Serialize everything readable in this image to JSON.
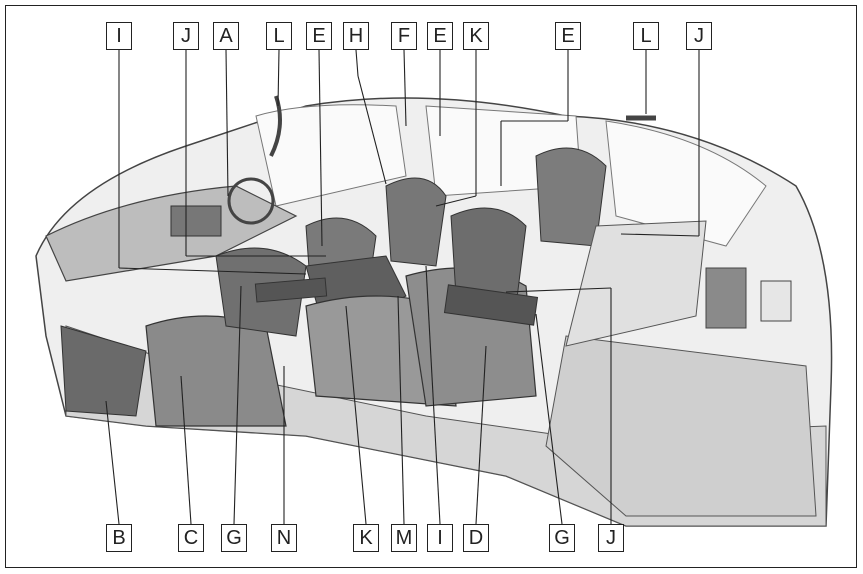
{
  "callouts_top": [
    "I",
    "J",
    "A",
    "L",
    "E",
    "H",
    "F",
    "E",
    "K",
    "E",
    "L",
    "J"
  ],
  "callouts_bottom": [
    "B",
    "C",
    "G",
    "N",
    "K",
    "M",
    "I",
    "D",
    "G",
    "J"
  ],
  "colors": {
    "stroke": "#222222",
    "shade_dark": "#5f5f5f",
    "shade_mid": "#8c8c8c",
    "shade_light": "#c6c6c6",
    "shade_pale": "#e4e4e4"
  }
}
